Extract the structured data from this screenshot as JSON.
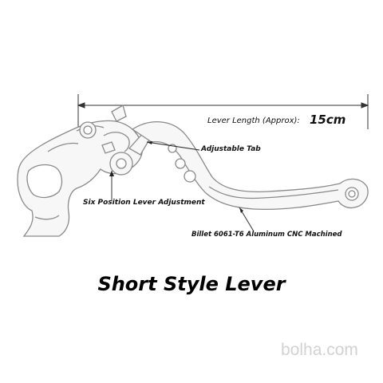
{
  "labels": {
    "length_prefix": "Lever Length (Approx):",
    "length_value": "15cm",
    "adjustable_tab": "Adjustable Tab",
    "six_position": "Six Position Lever Adjustment",
    "billet": "Billet 6061-T6 Aluminum CNC Machined"
  },
  "title": "Short Style Lever",
  "watermark": "bolha.com",
  "colors": {
    "outline": "#888888",
    "fill": "#f7f7f7",
    "line": "#222222"
  }
}
